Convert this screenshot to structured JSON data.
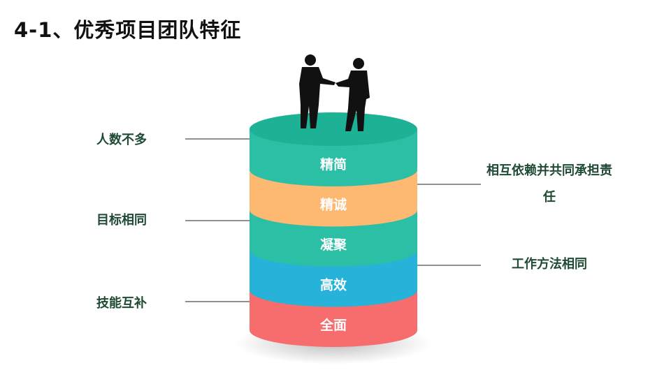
{
  "title": "4-1、优秀项目团队特征",
  "layers": [
    {
      "label": "精简",
      "side": "#2bbfa5",
      "top": "#1db195"
    },
    {
      "label": "精诚",
      "side": "#fdb872",
      "top": "#f9a85e"
    },
    {
      "label": "凝聚",
      "side": "#2bbfa5",
      "top": "#18b094"
    },
    {
      "label": "高效",
      "side": "#27b2da",
      "top": "#12a3d0"
    },
    {
      "label": "全面",
      "side": "#f76c6c",
      "top": "#f15656"
    }
  ],
  "left_labels": [
    "人数不多",
    "目标相同",
    "技能互补"
  ],
  "right_labels": [
    "相互依赖并共同承担责任",
    "工作方法相同"
  ],
  "text_color": "#1f4a34"
}
